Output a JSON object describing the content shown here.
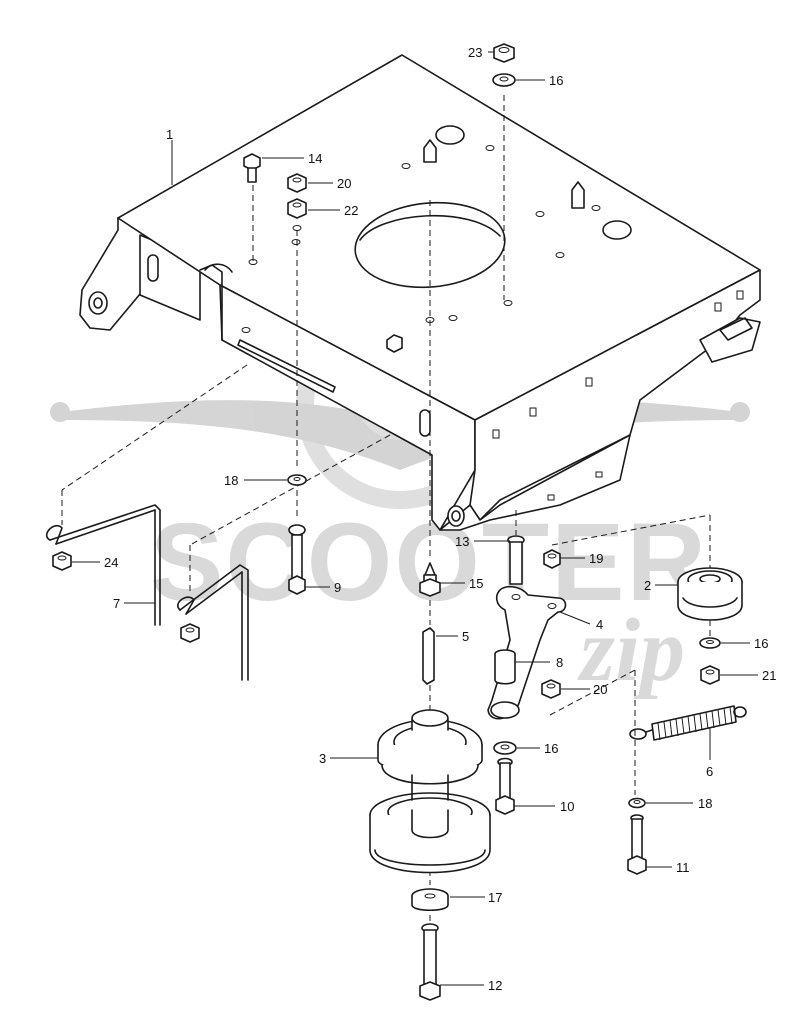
{
  "watermark": {
    "brand": "SCOOTER",
    "mark": "zip"
  },
  "callouts": [
    {
      "id": "c1",
      "label": "1"
    },
    {
      "id": "c2",
      "label": "2"
    },
    {
      "id": "c3",
      "label": "3"
    },
    {
      "id": "c4",
      "label": "4"
    },
    {
      "id": "c5",
      "label": "5"
    },
    {
      "id": "c6",
      "label": "6"
    },
    {
      "id": "c7",
      "label": "7"
    },
    {
      "id": "c8",
      "label": "8"
    },
    {
      "id": "c9",
      "label": "9"
    },
    {
      "id": "c10",
      "label": "10"
    },
    {
      "id": "c11",
      "label": "11"
    },
    {
      "id": "c12",
      "label": "12"
    },
    {
      "id": "c13",
      "label": "13"
    },
    {
      "id": "c14",
      "label": "14"
    },
    {
      "id": "c15",
      "label": "15"
    },
    {
      "id": "c16a",
      "label": "16"
    },
    {
      "id": "c16b",
      "label": "16"
    },
    {
      "id": "c16c",
      "label": "16"
    },
    {
      "id": "c17",
      "label": "17"
    },
    {
      "id": "c18a",
      "label": "18"
    },
    {
      "id": "c18b",
      "label": "18"
    },
    {
      "id": "c19",
      "label": "19"
    },
    {
      "id": "c20a",
      "label": "20"
    },
    {
      "id": "c20b",
      "label": "20"
    },
    {
      "id": "c21",
      "label": "21"
    },
    {
      "id": "c22",
      "label": "22"
    },
    {
      "id": "c23",
      "label": "23"
    },
    {
      "id": "c24",
      "label": "24"
    }
  ]
}
